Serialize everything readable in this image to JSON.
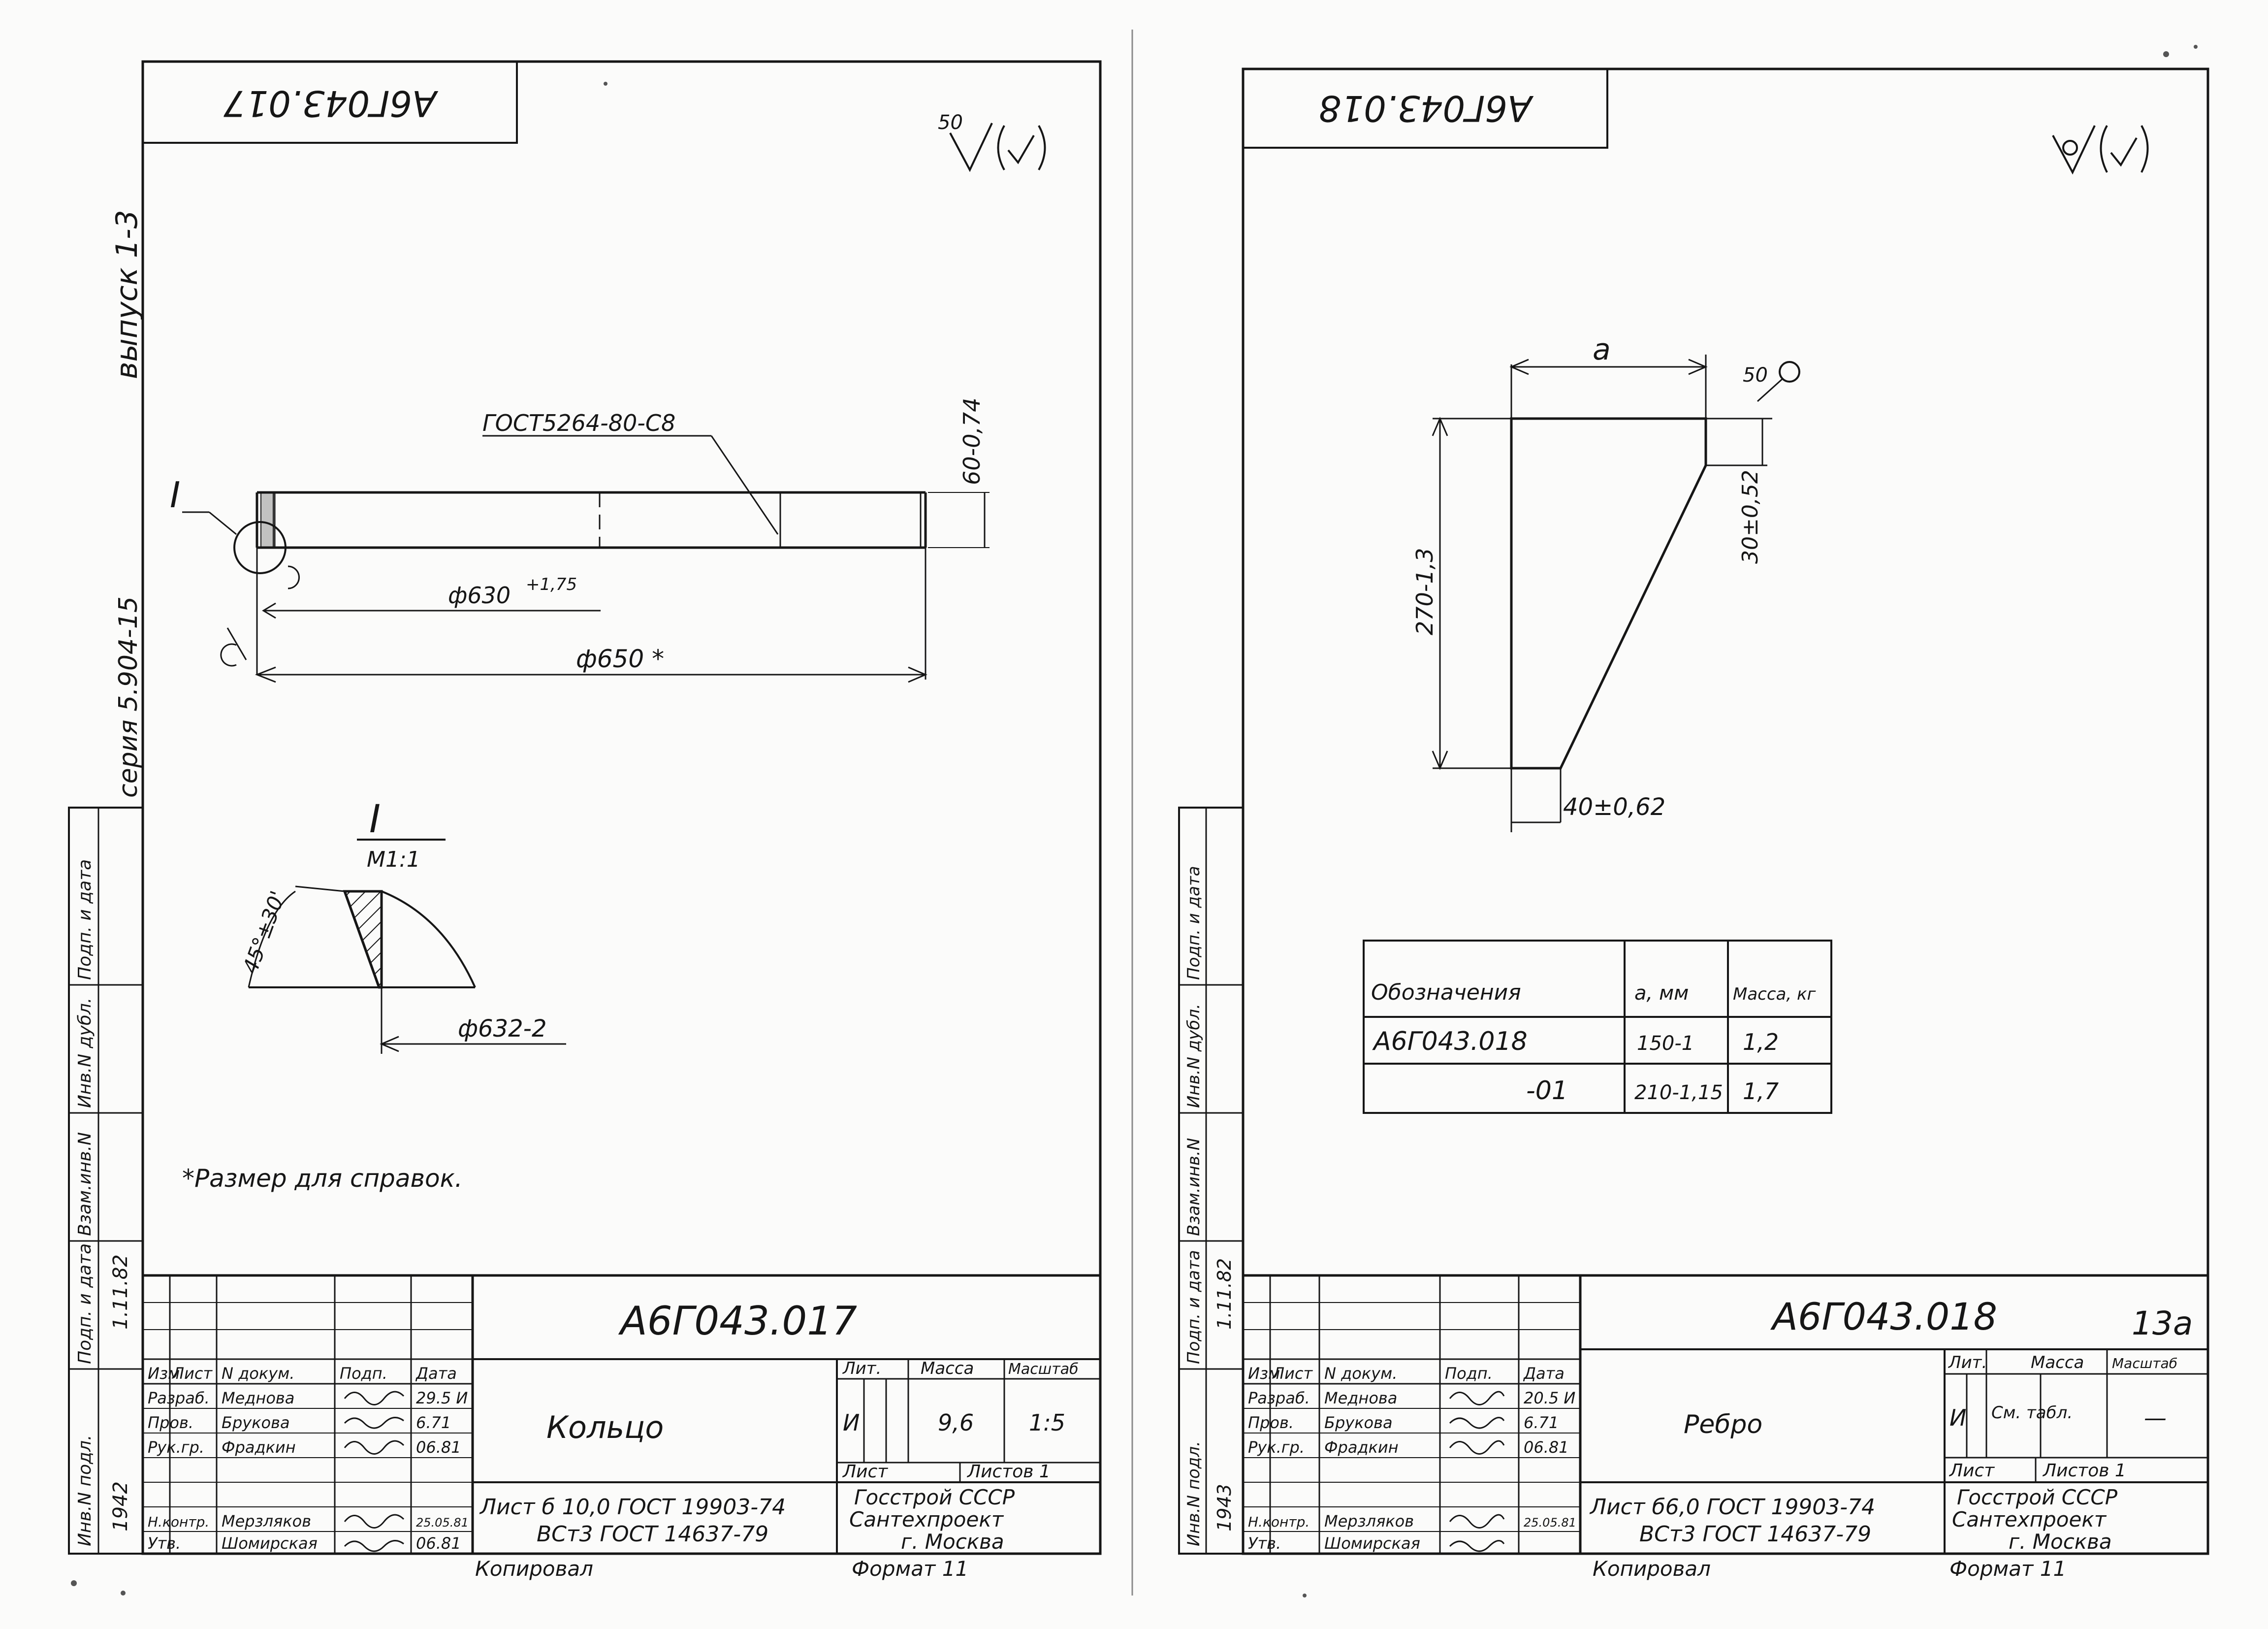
{
  "left": {
    "stamp_rotated": "А6Г043.017",
    "roughness_value": "50",
    "series_label": "серия 5.904-15",
    "issue_label": "выпуск 1-3",
    "weld_callout": "ГОСТ5264-80-С8",
    "leader_mark": "I",
    "dim_thickness": "60-0,74",
    "dim_inner": "ф630",
    "dim_inner_tol": "+1,75",
    "dim_outer": "ф650 *",
    "detail_mark": "I",
    "detail_scale": "М1:1",
    "chamfer_dim": "45°±30'",
    "detail_dim": "ф632-2",
    "note": "*Размер для справок.",
    "title_designation": "А6Г043.017",
    "part_name": "Кольцо",
    "material_line1": "Лист  б 10,0 ГОСТ 19903-74",
    "material_line2": "ВСт3 ГОСТ 14637-79",
    "lit_header": "Лит.",
    "mass_header": "Масса",
    "scale_header": "Масштаб",
    "lit_value": "И",
    "mass_value": "9,6",
    "scale_value": "1:5",
    "sheet_label": "Лист",
    "sheets_label": "Листов 1",
    "org_line1": "Госстрой СССР",
    "org_line2": "Сантехпроект",
    "org_line3": "г. Москва",
    "rows": [
      [
        "Изм",
        "Лист",
        "N докум.",
        "Подп.",
        "Дата"
      ],
      [
        "Разраб.",
        "Меднова",
        "",
        "",
        "29.5 И"
      ],
      [
        "Пров.",
        "Брукова",
        "",
        "",
        "6.71"
      ],
      [
        "Рук.гр.",
        "Фрадкин",
        "",
        "",
        "06.81"
      ],
      [
        "",
        "",
        "",
        "",
        ""
      ],
      [
        "Н.контр.",
        "Мерзляков",
        "",
        "",
        "25.05.81"
      ],
      [
        "Утв.",
        "Шомирская",
        "",
        "",
        "06.81"
      ]
    ],
    "side_labels": [
      "Инв.N подл.",
      "Подп. и дата",
      "Взам.инв.N",
      "Инв.N дубл.",
      "Подп. и дата"
    ],
    "side_date": "1.11.82",
    "side_year": "1942",
    "copied": "Копировал",
    "format": "Формат 11"
  },
  "right": {
    "stamp_rotated": "А6Г043.018",
    "dim_a": "а",
    "roughness_value": "50",
    "dim_height": "270-1,3",
    "dim_30": "30±0,52",
    "dim_40": "40±0,62",
    "table_headers": [
      "Обозначения",
      "а, мм",
      "Масса, кг"
    ],
    "table_rows": [
      [
        "А6Г043.018",
        "150-1",
        "1,2"
      ],
      [
        "-01",
        "210-1,15",
        "1,7"
      ]
    ],
    "title_designation": "А6Г043.018",
    "sheet_no": "13а",
    "part_name": "Ребро",
    "material_line1": "Лист  б6,0 ГОСТ 19903-74",
    "material_line2": "ВСт3 ГОСТ 14637-79",
    "lit_header": "Лит.",
    "mass_header": "Масса",
    "scale_header": "Масштаб",
    "lit_value": "И",
    "mass_value": "См. табл.",
    "scale_value": "—",
    "sheet_label": "Лист",
    "sheets_label": "Листов 1",
    "org_line1": "Госстрой СССР",
    "org_line2": "Сантехпроект",
    "org_line3": "г. Москва",
    "rows": [
      [
        "Изм",
        "Лист",
        "N докум.",
        "Подп.",
        "Дата"
      ],
      [
        "Разраб.",
        "Меднова",
        "",
        "",
        "20.5 И"
      ],
      [
        "Пров.",
        "Брукова",
        "",
        "",
        "6.71"
      ],
      [
        "Рук.гр.",
        "Фрадкин",
        "",
        "",
        "06.81"
      ],
      [
        "",
        "",
        "",
        "",
        ""
      ],
      [
        "Н.контр.",
        "Мерзляков",
        "",
        "",
        "25.05.81"
      ],
      [
        "Утв.",
        "Шомирская",
        "",
        "",
        ""
      ]
    ],
    "side_labels": [
      "Инв.N подл.",
      "Подп. и дата",
      "Взам.инв.N",
      "Инв.N дубл.",
      "Подп. и дата"
    ],
    "side_date": "1.11.82",
    "side_year": "1943",
    "copied": "Копировал",
    "format": "Формат 11"
  }
}
